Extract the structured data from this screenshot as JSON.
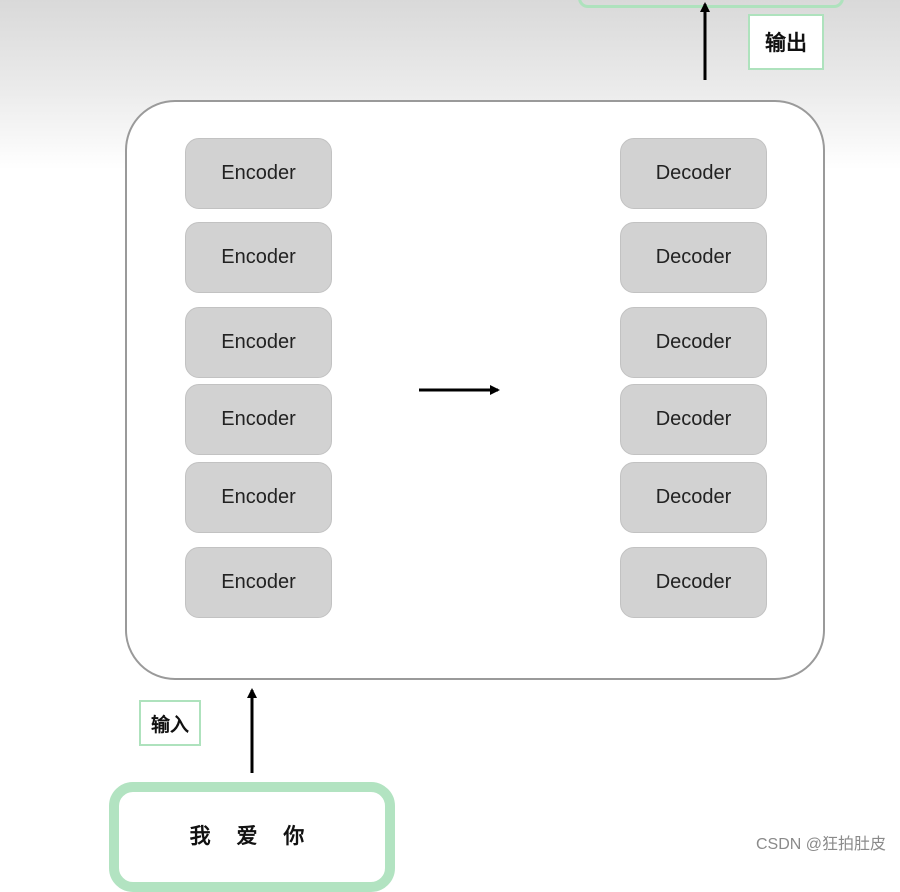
{
  "diagram": {
    "output_label": "输出",
    "input_label": "输入",
    "input_sentence": "我 爱 你",
    "encoders": [
      "Encoder",
      "Encoder",
      "Encoder",
      "Encoder",
      "Encoder",
      "Encoder"
    ],
    "decoders": [
      "Decoder",
      "Decoder",
      "Decoder",
      "Decoder",
      "Decoder",
      "Decoder"
    ]
  },
  "watermark": "CSDN @狂拍肚皮",
  "colors": {
    "label_border": "#aee2bd",
    "input_border": "#b2e3c1",
    "block_fill": "#d2d2d2",
    "frame_border": "#9a9a9a"
  }
}
